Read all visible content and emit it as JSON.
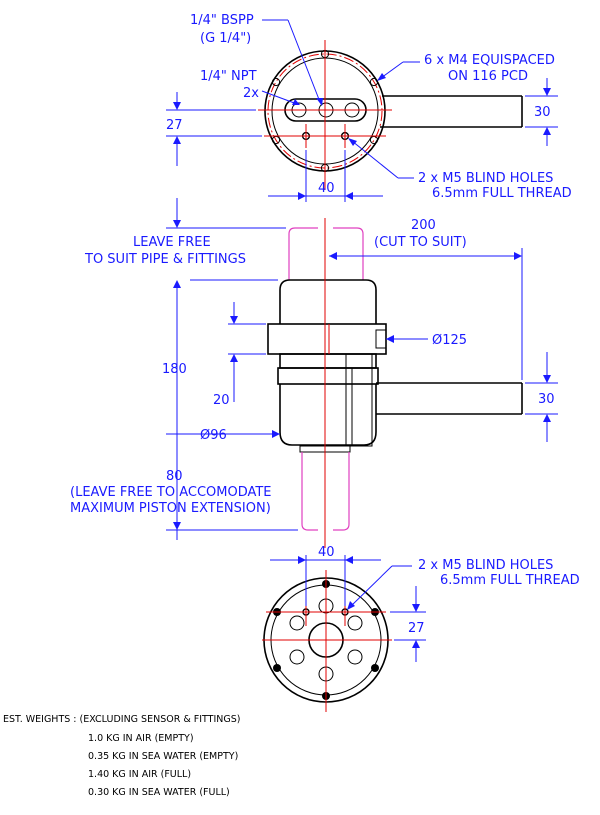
{
  "top_view": {
    "port_bspp": "1/4\" BSPP",
    "port_bspp_g": "(G 1/4\")",
    "port_npt": "1/4\" NPT",
    "port_npt_qty": "2x",
    "m4_holes_line1": "6 x M4 EQUISPACED",
    "m4_holes_line2": "ON 116 PCD",
    "arm_width": "30",
    "offset_27": "27",
    "blind_holes_line1": "2 x M5 BLIND HOLES",
    "blind_holes_line2": "6.5mm FULL THREAD",
    "width_40": "40"
  },
  "side_view": {
    "leave_free_line1": "LEAVE FREE",
    "leave_free_line2": "TO SUIT PIPE & FITTINGS",
    "arm_length": "200",
    "arm_length_note": "(CUT TO SUIT)",
    "flange_dia": "Ø125",
    "overall_height": "180",
    "flange_offset": "20",
    "arm_width": "30",
    "body_dia": "Ø96",
    "piston_clear": "80",
    "piston_note_line1": "(LEAVE FREE TO ACCOMODATE",
    "piston_note_line2": "MAXIMUM PISTON EXTENSION)"
  },
  "bottom_view": {
    "width_40": "40",
    "blind_holes_line1": "2 x M5 BLIND HOLES",
    "blind_holes_line2": "6.5mm FULL THREAD",
    "offset_27": "27"
  },
  "weights": {
    "heading": "EST. WEIGHTS : (EXCLUDING SENSOR & FITTINGS)",
    "items": [
      "1.0 KG IN AIR (EMPTY)",
      "0.35 KG IN SEA WATER (EMPTY)",
      "1.40 KG IN AIR (FULL)",
      "0.30 KG IN SEA WATER (FULL)"
    ]
  }
}
